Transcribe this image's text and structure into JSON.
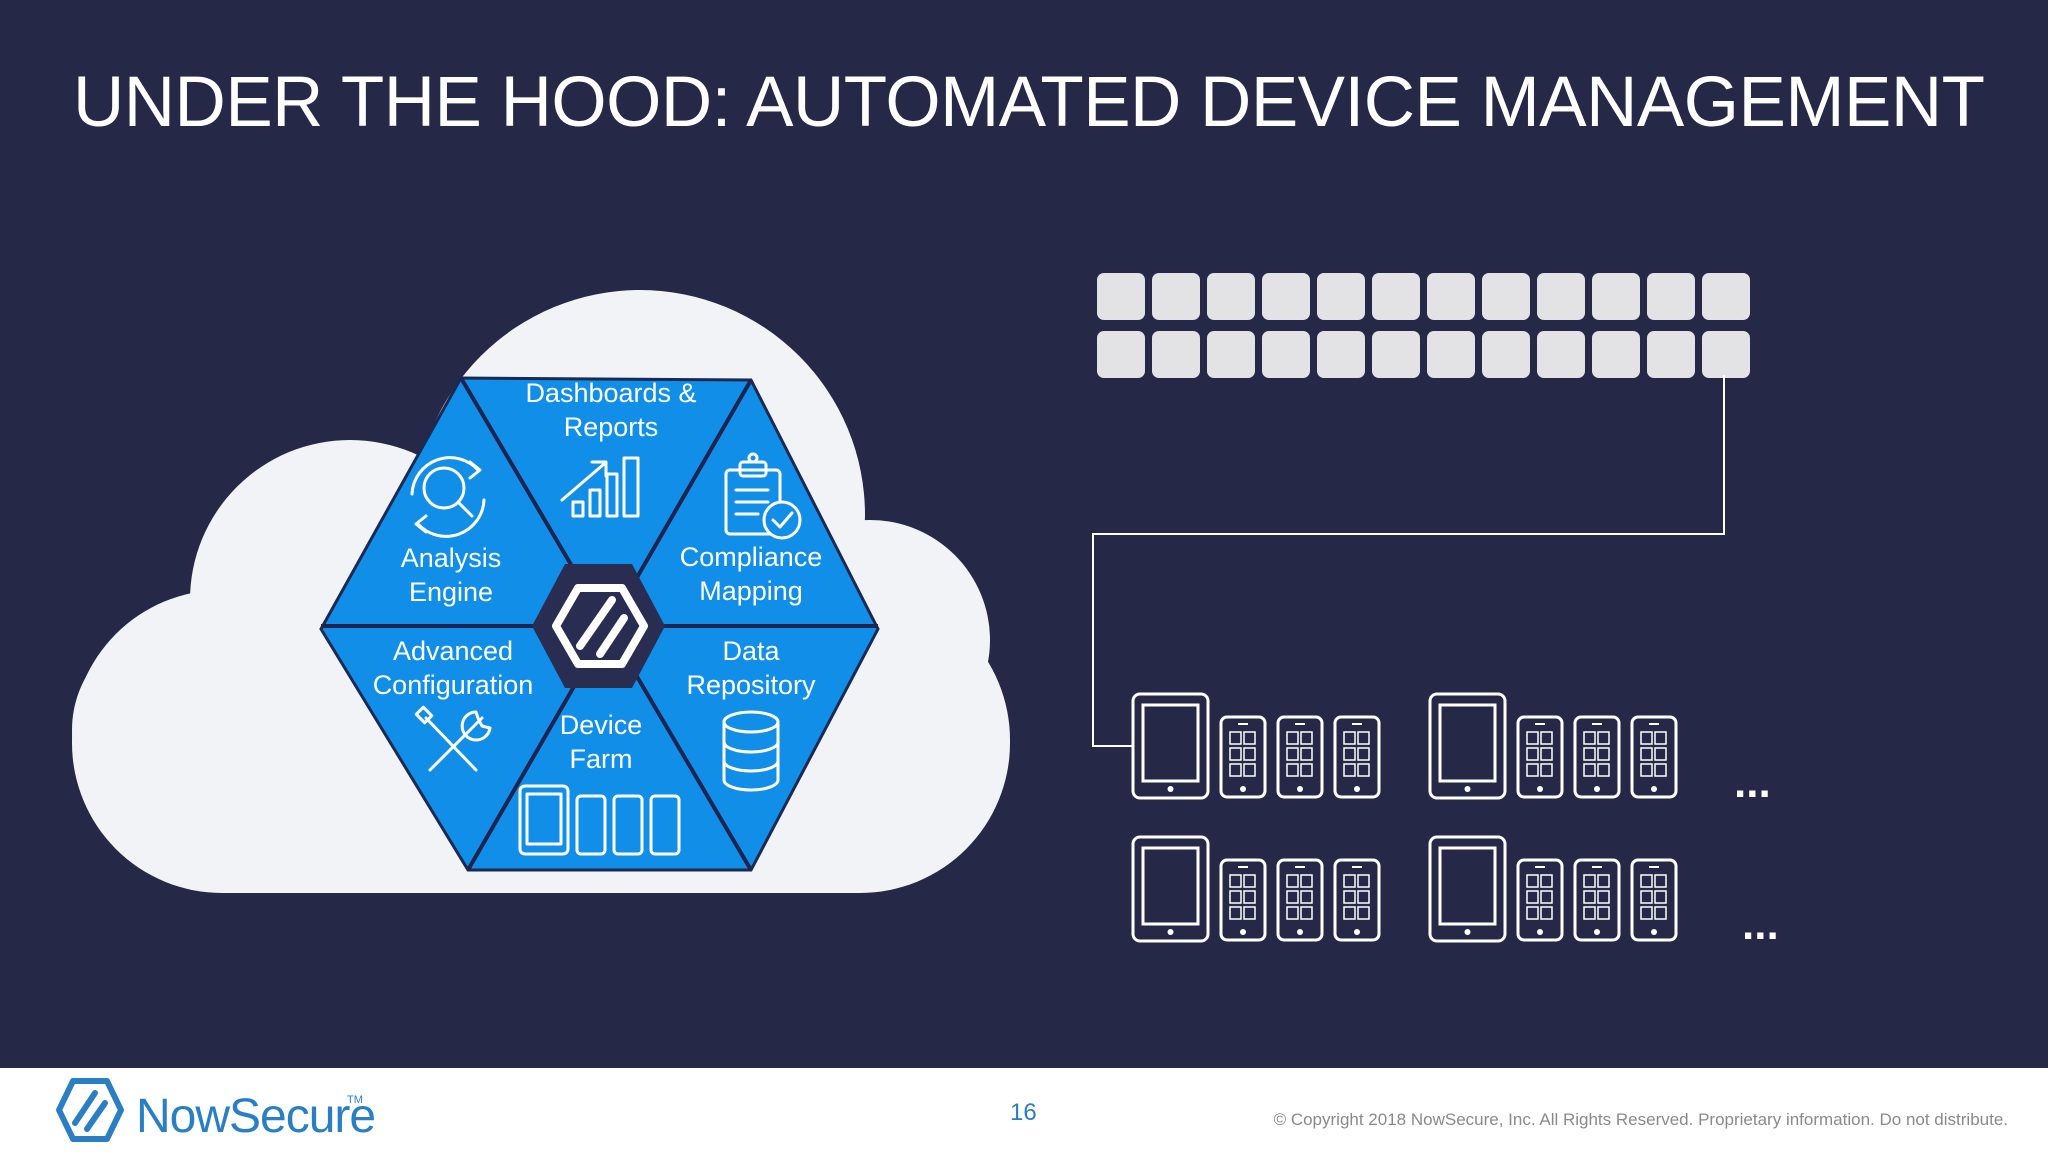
{
  "slide": {
    "title": "UNDER THE HOOD: AUTOMATED DEVICE MANAGEMENT"
  },
  "hexagon": {
    "segments": {
      "dashboards": {
        "line1": "Dashboards &",
        "line2": "Reports",
        "icon": "bar-chart-icon"
      },
      "analysis": {
        "line1": "Analysis",
        "line2": "Engine",
        "icon": "magnifier-refresh-icon"
      },
      "compliance": {
        "line1": "Compliance",
        "line2": "Mapping",
        "icon": "clipboard-check-icon"
      },
      "configuration": {
        "line1": "Advanced",
        "line2": "Configuration",
        "icon": "wrench-screwdriver-icon"
      },
      "repository": {
        "line1": "Data",
        "line2": "Repository",
        "icon": "database-icon"
      },
      "farm": {
        "line1": "Device",
        "line2": "Farm",
        "icon": "devices-icon"
      }
    },
    "center_icon": "nowsecure-logo-icon"
  },
  "ellipsis": [
    "...",
    "..."
  ],
  "footer": {
    "brand": "NowSecure",
    "trademark": "TM",
    "page_number": "16",
    "copyright": "© Copyright 2018 NowSecure, Inc. All Rights Reserved. Proprietary information. Do not distribute."
  },
  "colors": {
    "background": "#262847",
    "hexagon_blue": "#118fe8",
    "cloud": "#f2f3f6",
    "brand_blue": "#2a7fc4"
  }
}
